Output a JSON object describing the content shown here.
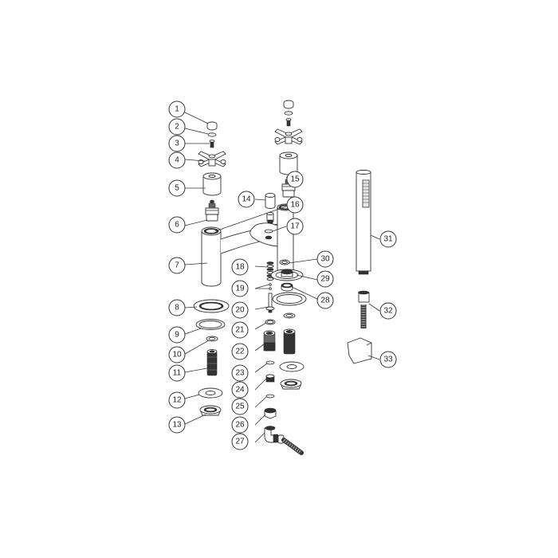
{
  "diagram": {
    "type": "exploded-parts-diagram",
    "subject": "bath shower mixer tap",
    "callouts": [
      {
        "id": "1",
        "label": "1",
        "part": "handle cap"
      },
      {
        "id": "2",
        "label": "2",
        "part": "washer"
      },
      {
        "id": "3",
        "label": "3",
        "part": "screw"
      },
      {
        "id": "4",
        "label": "4",
        "part": "cross handle"
      },
      {
        "id": "5",
        "label": "5",
        "part": "shroud"
      },
      {
        "id": "6",
        "label": "6",
        "part": "valve cartridge"
      },
      {
        "id": "7",
        "label": "7",
        "part": "tap body"
      },
      {
        "id": "8",
        "label": "8",
        "part": "base flange"
      },
      {
        "id": "9",
        "label": "9",
        "part": "gasket"
      },
      {
        "id": "10",
        "label": "10",
        "part": "o-ring"
      },
      {
        "id": "11",
        "label": "11",
        "part": "threaded shank"
      },
      {
        "id": "12",
        "label": "12",
        "part": "washer"
      },
      {
        "id": "13",
        "label": "13",
        "part": "back nut"
      },
      {
        "id": "14",
        "label": "14",
        "part": "diverter knob"
      },
      {
        "id": "15",
        "label": "15",
        "part": "valve cartridge"
      },
      {
        "id": "16",
        "label": "16",
        "part": "diverter stem"
      },
      {
        "id": "17",
        "label": "17",
        "part": "washer"
      },
      {
        "id": "18",
        "label": "18",
        "part": "spring"
      },
      {
        "id": "19",
        "label": "19",
        "part": "o-rings"
      },
      {
        "id": "20",
        "label": "20",
        "part": "diverter spindle"
      },
      {
        "id": "21",
        "label": "21",
        "part": "o-ring"
      },
      {
        "id": "22",
        "label": "22",
        "part": "shank"
      },
      {
        "id": "23",
        "label": "23",
        "part": "washer"
      },
      {
        "id": "24",
        "label": "24",
        "part": "connector"
      },
      {
        "id": "25",
        "label": "25",
        "part": "washer"
      },
      {
        "id": "26",
        "label": "26",
        "part": "nut"
      },
      {
        "id": "27",
        "label": "27",
        "part": "elbow with hose"
      },
      {
        "id": "28",
        "label": "28",
        "part": "aerator housing"
      },
      {
        "id": "29",
        "label": "29",
        "part": "aerator"
      },
      {
        "id": "30",
        "label": "30",
        "part": "washer"
      },
      {
        "id": "31",
        "label": "31",
        "part": "shower handset"
      },
      {
        "id": "32",
        "label": "32",
        "part": "hose connector"
      },
      {
        "id": "33",
        "label": "33",
        "part": "wall bracket"
      }
    ]
  }
}
